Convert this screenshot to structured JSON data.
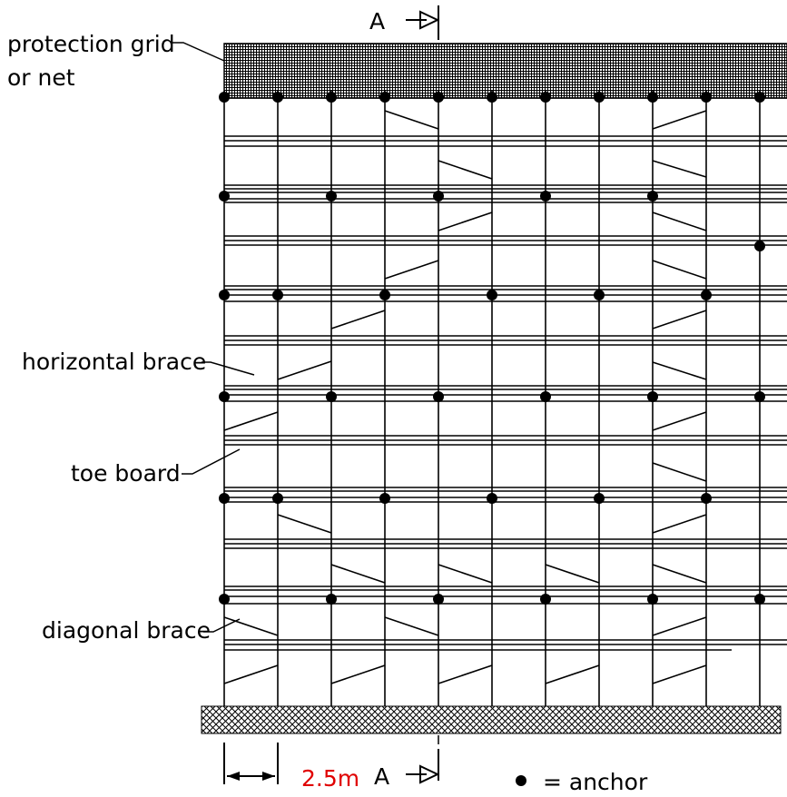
{
  "labels": {
    "protection_line1": "protection grid",
    "protection_line2": "or net",
    "horizontal_brace": "horizontal brace",
    "toe_board": "toe board",
    "diagonal_brace": "diagonal brace",
    "section_top": "A",
    "section_bottom": "A",
    "bay_width": "2.5m",
    "legend_anchor": "= anchor"
  },
  "colors": {
    "line": "#000000",
    "dimension": "#e00000",
    "background": "#ffffff"
  }
}
